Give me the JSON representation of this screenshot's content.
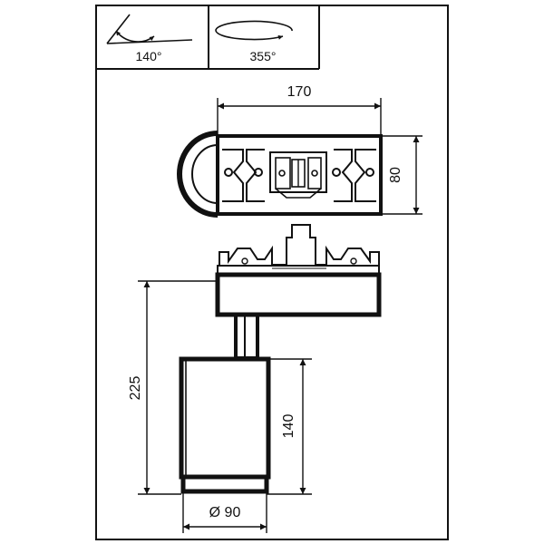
{
  "icons": {
    "tilt_angle": "140°",
    "rotation_angle": "355°"
  },
  "dimensions": {
    "adapter_length": "170",
    "adapter_width": "80",
    "total_height": "225",
    "head_height": "140",
    "diameter": "Ø 90"
  },
  "colors": {
    "line": "#111111",
    "background": "#ffffff"
  }
}
